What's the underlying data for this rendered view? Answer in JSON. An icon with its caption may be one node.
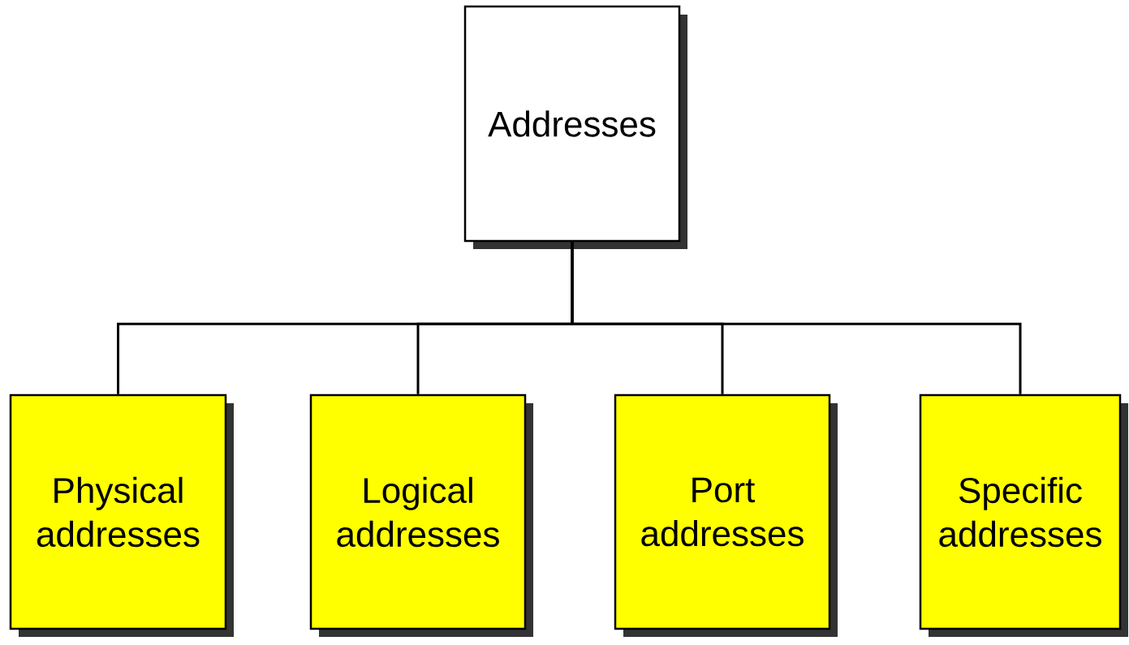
{
  "diagram": {
    "nodes": [
      {
        "text": [
          "Addresses"
        ]
      },
      {
        "text": [
          "Physical addresses"
        ]
      },
      {
        "text": [
          "Logical addresses"
        ]
      },
      {
        "text": [
          "Port addresses"
        ]
      },
      {
        "text": [
          "Specific addresses"
        ]
      }
    ],
    "edges": [
      {
        "from": 0,
        "to": 1,
        "arrow": "none"
      },
      {
        "from": 0,
        "to": 2,
        "arrow": "none"
      },
      {
        "from": 0,
        "to": 3,
        "arrow": "none"
      },
      {
        "from": 0,
        "to": 4,
        "arrow": "none"
      }
    ]
  }
}
